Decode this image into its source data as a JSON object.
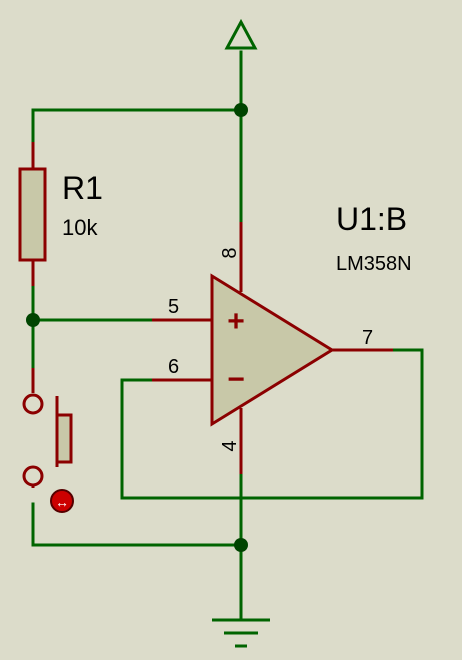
{
  "colors": {
    "background": "#dcdcca",
    "wire": "#006400",
    "pin": "#8b0000",
    "body_fill": "#c8c8a8",
    "body_stroke": "#8b0000",
    "junction": "#004400",
    "probe": "#cc0000",
    "text": "#000000"
  },
  "resistor": {
    "ref": "R1",
    "value": "10k"
  },
  "opamp": {
    "ref": "U1:B",
    "part": "LM358N",
    "pins": {
      "non_inverting": "5",
      "inverting": "6",
      "output": "7",
      "v_plus": "8",
      "v_minus": "4"
    },
    "plus_sign": "+",
    "minus_sign": "−"
  },
  "power": {
    "type": "power-terminal-icon"
  },
  "ground": {
    "type": "ground-icon"
  },
  "switch": {
    "type": "pushbutton-switch-icon"
  },
  "probe": {
    "type": "logic-probe-icon",
    "glyph": "↔"
  }
}
